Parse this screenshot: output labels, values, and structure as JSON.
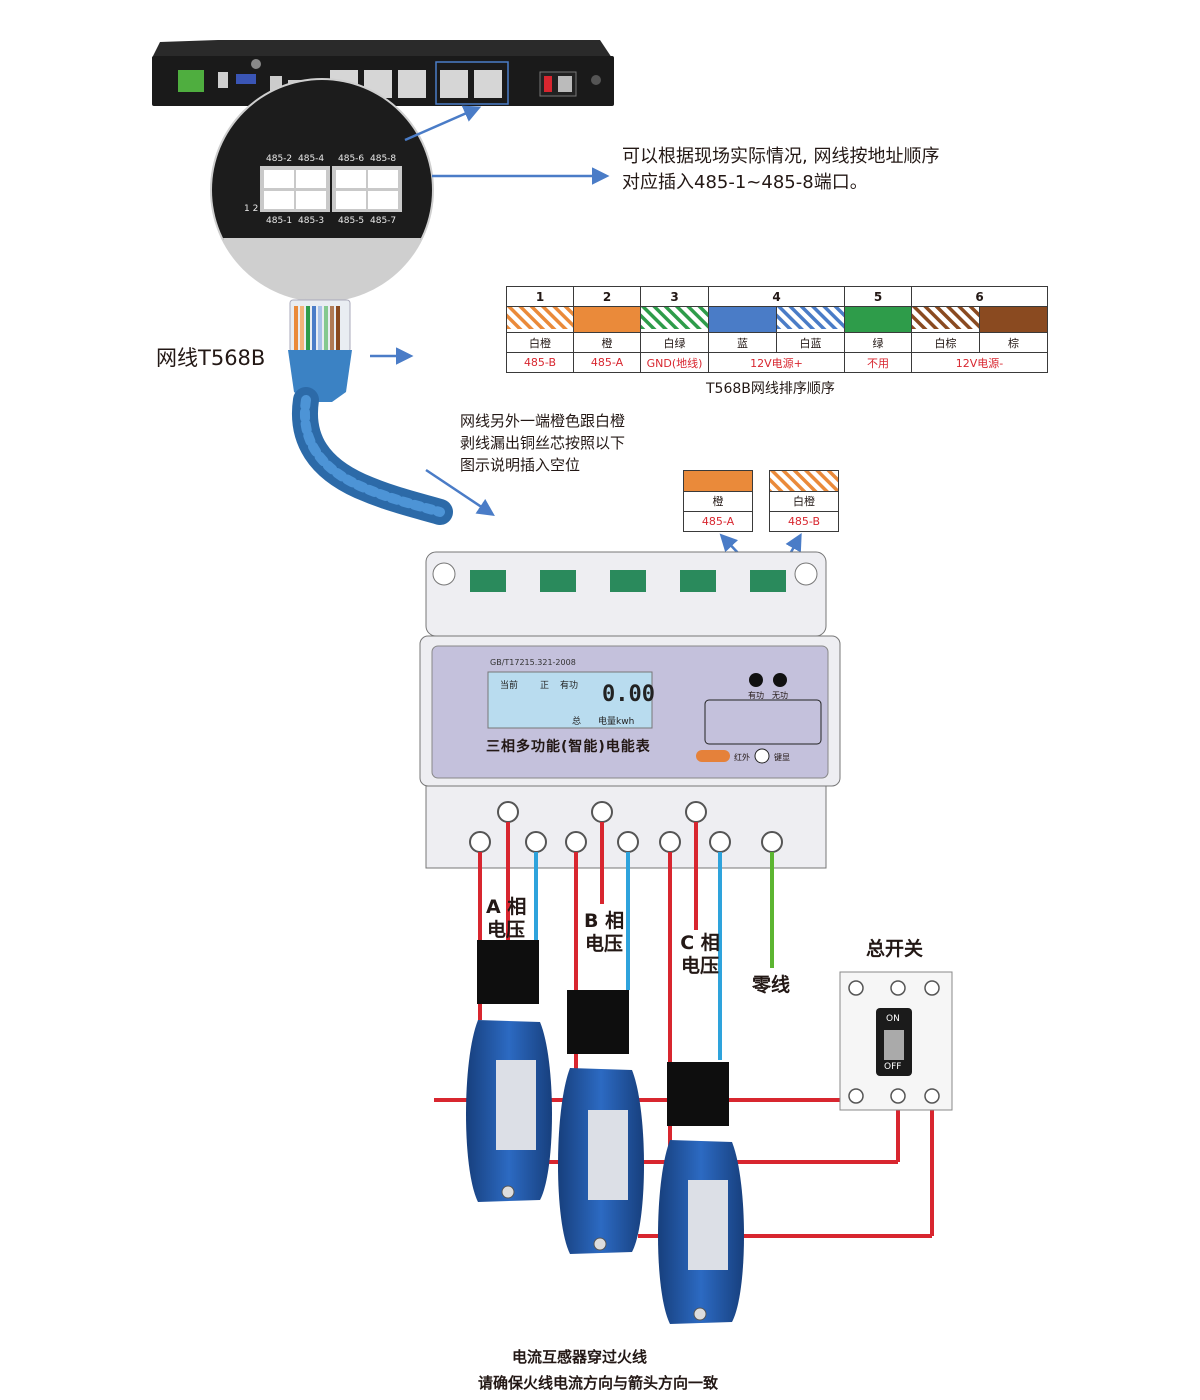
{
  "notes": {
    "port_hint_line1": "可以根据现场实际情况, 网线按地址顺序",
    "port_hint_line2": "对应插入485-1~485-8端口。",
    "cable_label": "网线T568B",
    "strip_line1": "网线另外一端橙色跟白橙",
    "strip_line2": "剥线漏出铜丝芯按照以下",
    "strip_line3": "图示说明插入空位",
    "ct_line1": "电流互感器穿过火线",
    "ct_line2": "请确保火线电流方向与箭头方向一致"
  },
  "pin_table": {
    "caption": "T568B网线排序顺序",
    "numbers": [
      "1",
      "2",
      "3",
      "4",
      "5",
      "6"
    ],
    "colors": [
      {
        "name": "白橙",
        "signal": "485-B",
        "color": "#ea8a3a",
        "striped": true
      },
      {
        "name": "橙",
        "signal": "485-A",
        "color": "#ea8a3a",
        "striped": false
      },
      {
        "name": "白绿",
        "signal": "GND(地线)",
        "color": "#2e9c4a",
        "striped": true
      },
      {
        "name": "蓝",
        "signal": "12V电源+",
        "color": "#4a7cc7",
        "striped": false
      },
      {
        "name": "白蓝",
        "signal": "",
        "color": "#4a7cc7",
        "striped": true
      },
      {
        "name": "绿",
        "signal": "不用",
        "color": "#2e9c4a",
        "striped": false
      },
      {
        "name": "白棕",
        "signal": "12V电源-",
        "color": "#8a4a20",
        "striped": true
      },
      {
        "name": "棕",
        "signal": "",
        "color": "#8a4a20",
        "striped": false
      }
    ]
  },
  "wire_tags": {
    "orange": {
      "name": "橙",
      "signal": "485-A"
    },
    "white_orange": {
      "name": "白橙",
      "signal": "485-B"
    }
  },
  "zoom_ports": {
    "top": [
      "485-2",
      "485-4",
      "485-6",
      "485-8"
    ],
    "bottom": [
      "485-1",
      "485-3",
      "485-5",
      "485-7"
    ],
    "side": "1 2"
  },
  "meter": {
    "model": "GB/T17215.321-2008",
    "lcd_current": "当前",
    "lcd_positive": "正",
    "lcd_active": "有功",
    "lcd_total": "总",
    "lcd_value": "0.00",
    "lcd_unit": "电量kwh",
    "name": "三相多功能(智能)电能表",
    "led_active": "有功",
    "led_reactive": "无功",
    "infrared": "红外",
    "key": "键显"
  },
  "phases": {
    "a_line1": "A 相",
    "a_line2": "电压",
    "b_line1": "B 相",
    "b_line2": "电压",
    "c_line1": "C 相",
    "c_line2": "电压",
    "neutral": "零线"
  },
  "breaker": {
    "title": "总开关",
    "on": "ON",
    "off": "OFF"
  },
  "colors": {
    "wire_red": "#d8262f",
    "wire_blue": "#2ea3dc",
    "wire_green": "#5cb531",
    "arrow": "#4a7cc7",
    "ct_blue": "#1f56a6",
    "meter_panel": "#c4c1dc",
    "lcd": "#b9dcef"
  }
}
